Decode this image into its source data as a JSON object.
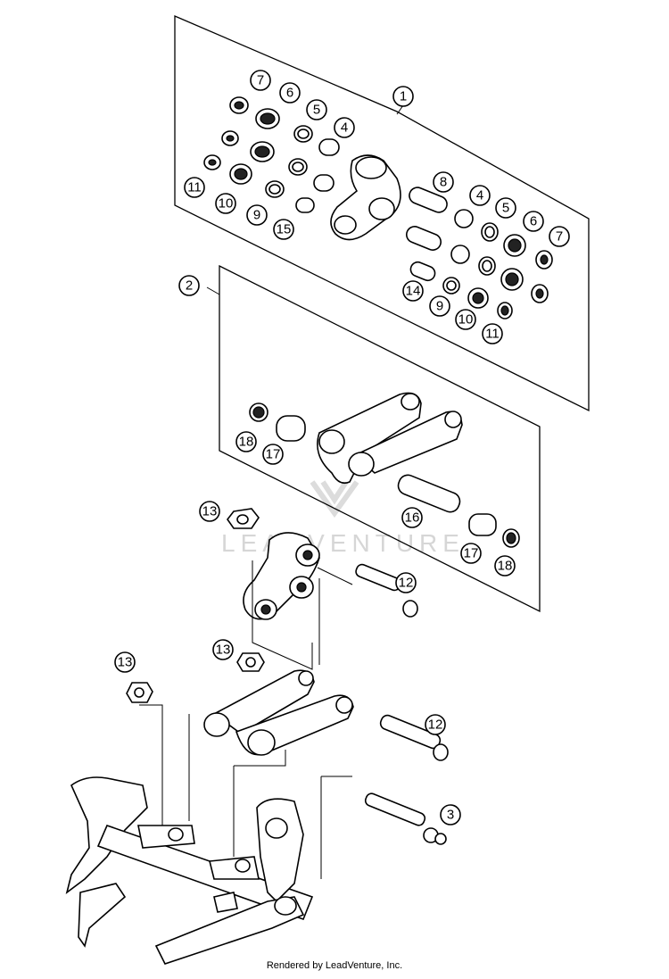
{
  "callouts": [
    "1",
    "2",
    "3",
    "4",
    "5",
    "6",
    "7",
    "8",
    "9",
    "10",
    "11",
    "12",
    "13",
    "14",
    "15",
    "16",
    "17",
    "18"
  ],
  "watermark": {
    "text": "LEADVENTURE"
  },
  "footer": {
    "text": "Rendered by LeadVenture, Inc."
  }
}
